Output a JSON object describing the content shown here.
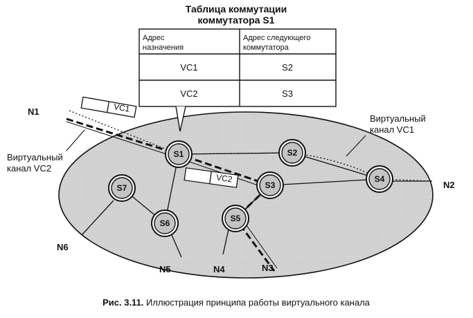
{
  "table": {
    "title_line1": "Таблица коммутации",
    "title_line2": "коммутатора S1",
    "header_col1_line1": "Адрес",
    "header_col1_line2": "назначения",
    "header_col2_line1": "Адрес следующего",
    "header_col2_line2": "коммутатора",
    "rows": [
      {
        "dest": "VC1",
        "next": "S2"
      },
      {
        "dest": "VC2",
        "next": "S3"
      }
    ]
  },
  "switches": [
    "S1",
    "S2",
    "S3",
    "S4",
    "S5",
    "S6",
    "S7"
  ],
  "networks": [
    "N1",
    "N2",
    "N3",
    "N4",
    "N5",
    "N6"
  ],
  "channels": {
    "vc1_label_line1": "Виртуальный",
    "vc1_label_line2": "канал VC1",
    "vc2_label_line1": "Виртуальный",
    "vc2_label_line2": "канал VC2",
    "packet1": "VC1",
    "packet2": "VC2"
  },
  "caption": {
    "number": "Рис. 3.11.",
    "text": " Иллюстрация принципа работы виртуального канала"
  }
}
